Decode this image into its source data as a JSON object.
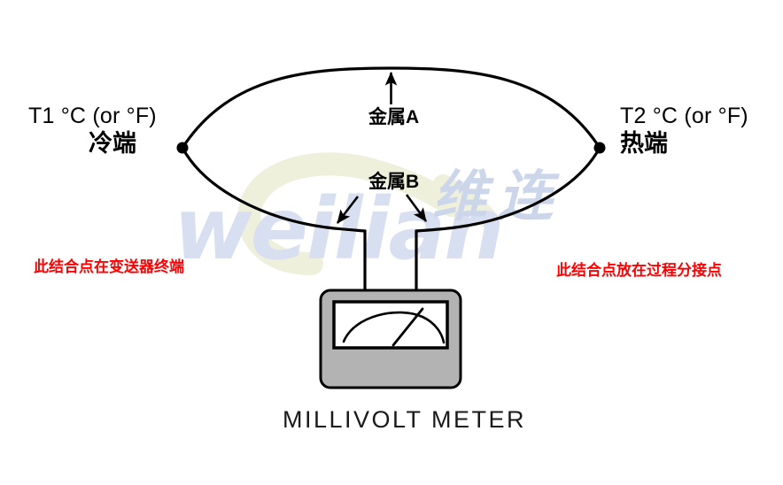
{
  "diagram": {
    "title": "Thermocouple circuit schematic",
    "labels": {
      "left_temp": "T1 °C (or °F)",
      "left_end": "冷端",
      "right_temp": "T2 °C (or °F)",
      "right_end": "热端",
      "metal_a": "金属A",
      "metal_b": "金属B",
      "note_left": "此结合点在变送器终端",
      "note_right": "此结合点放在过程分接点",
      "meter_caption": "MILLIVOLT METER"
    },
    "watermark": {
      "latin_text": "weilian",
      "cn_text": "维连",
      "latin_color": "#d8dff0",
      "cn_color": "#ccd6ea",
      "swoosh_color": "#eef0dc"
    },
    "colors": {
      "wire": "#000000",
      "note_red": "#ff0000",
      "meter_body": "#b3b3b3",
      "meter_body_dark": "#9e9e9e",
      "meter_face": "#ffffff",
      "meter_outline": "#000000",
      "text": "#000000",
      "background": "#ffffff"
    },
    "junctions": {
      "left_point": "206,167",
      "right_point": "677,167"
    }
  }
}
